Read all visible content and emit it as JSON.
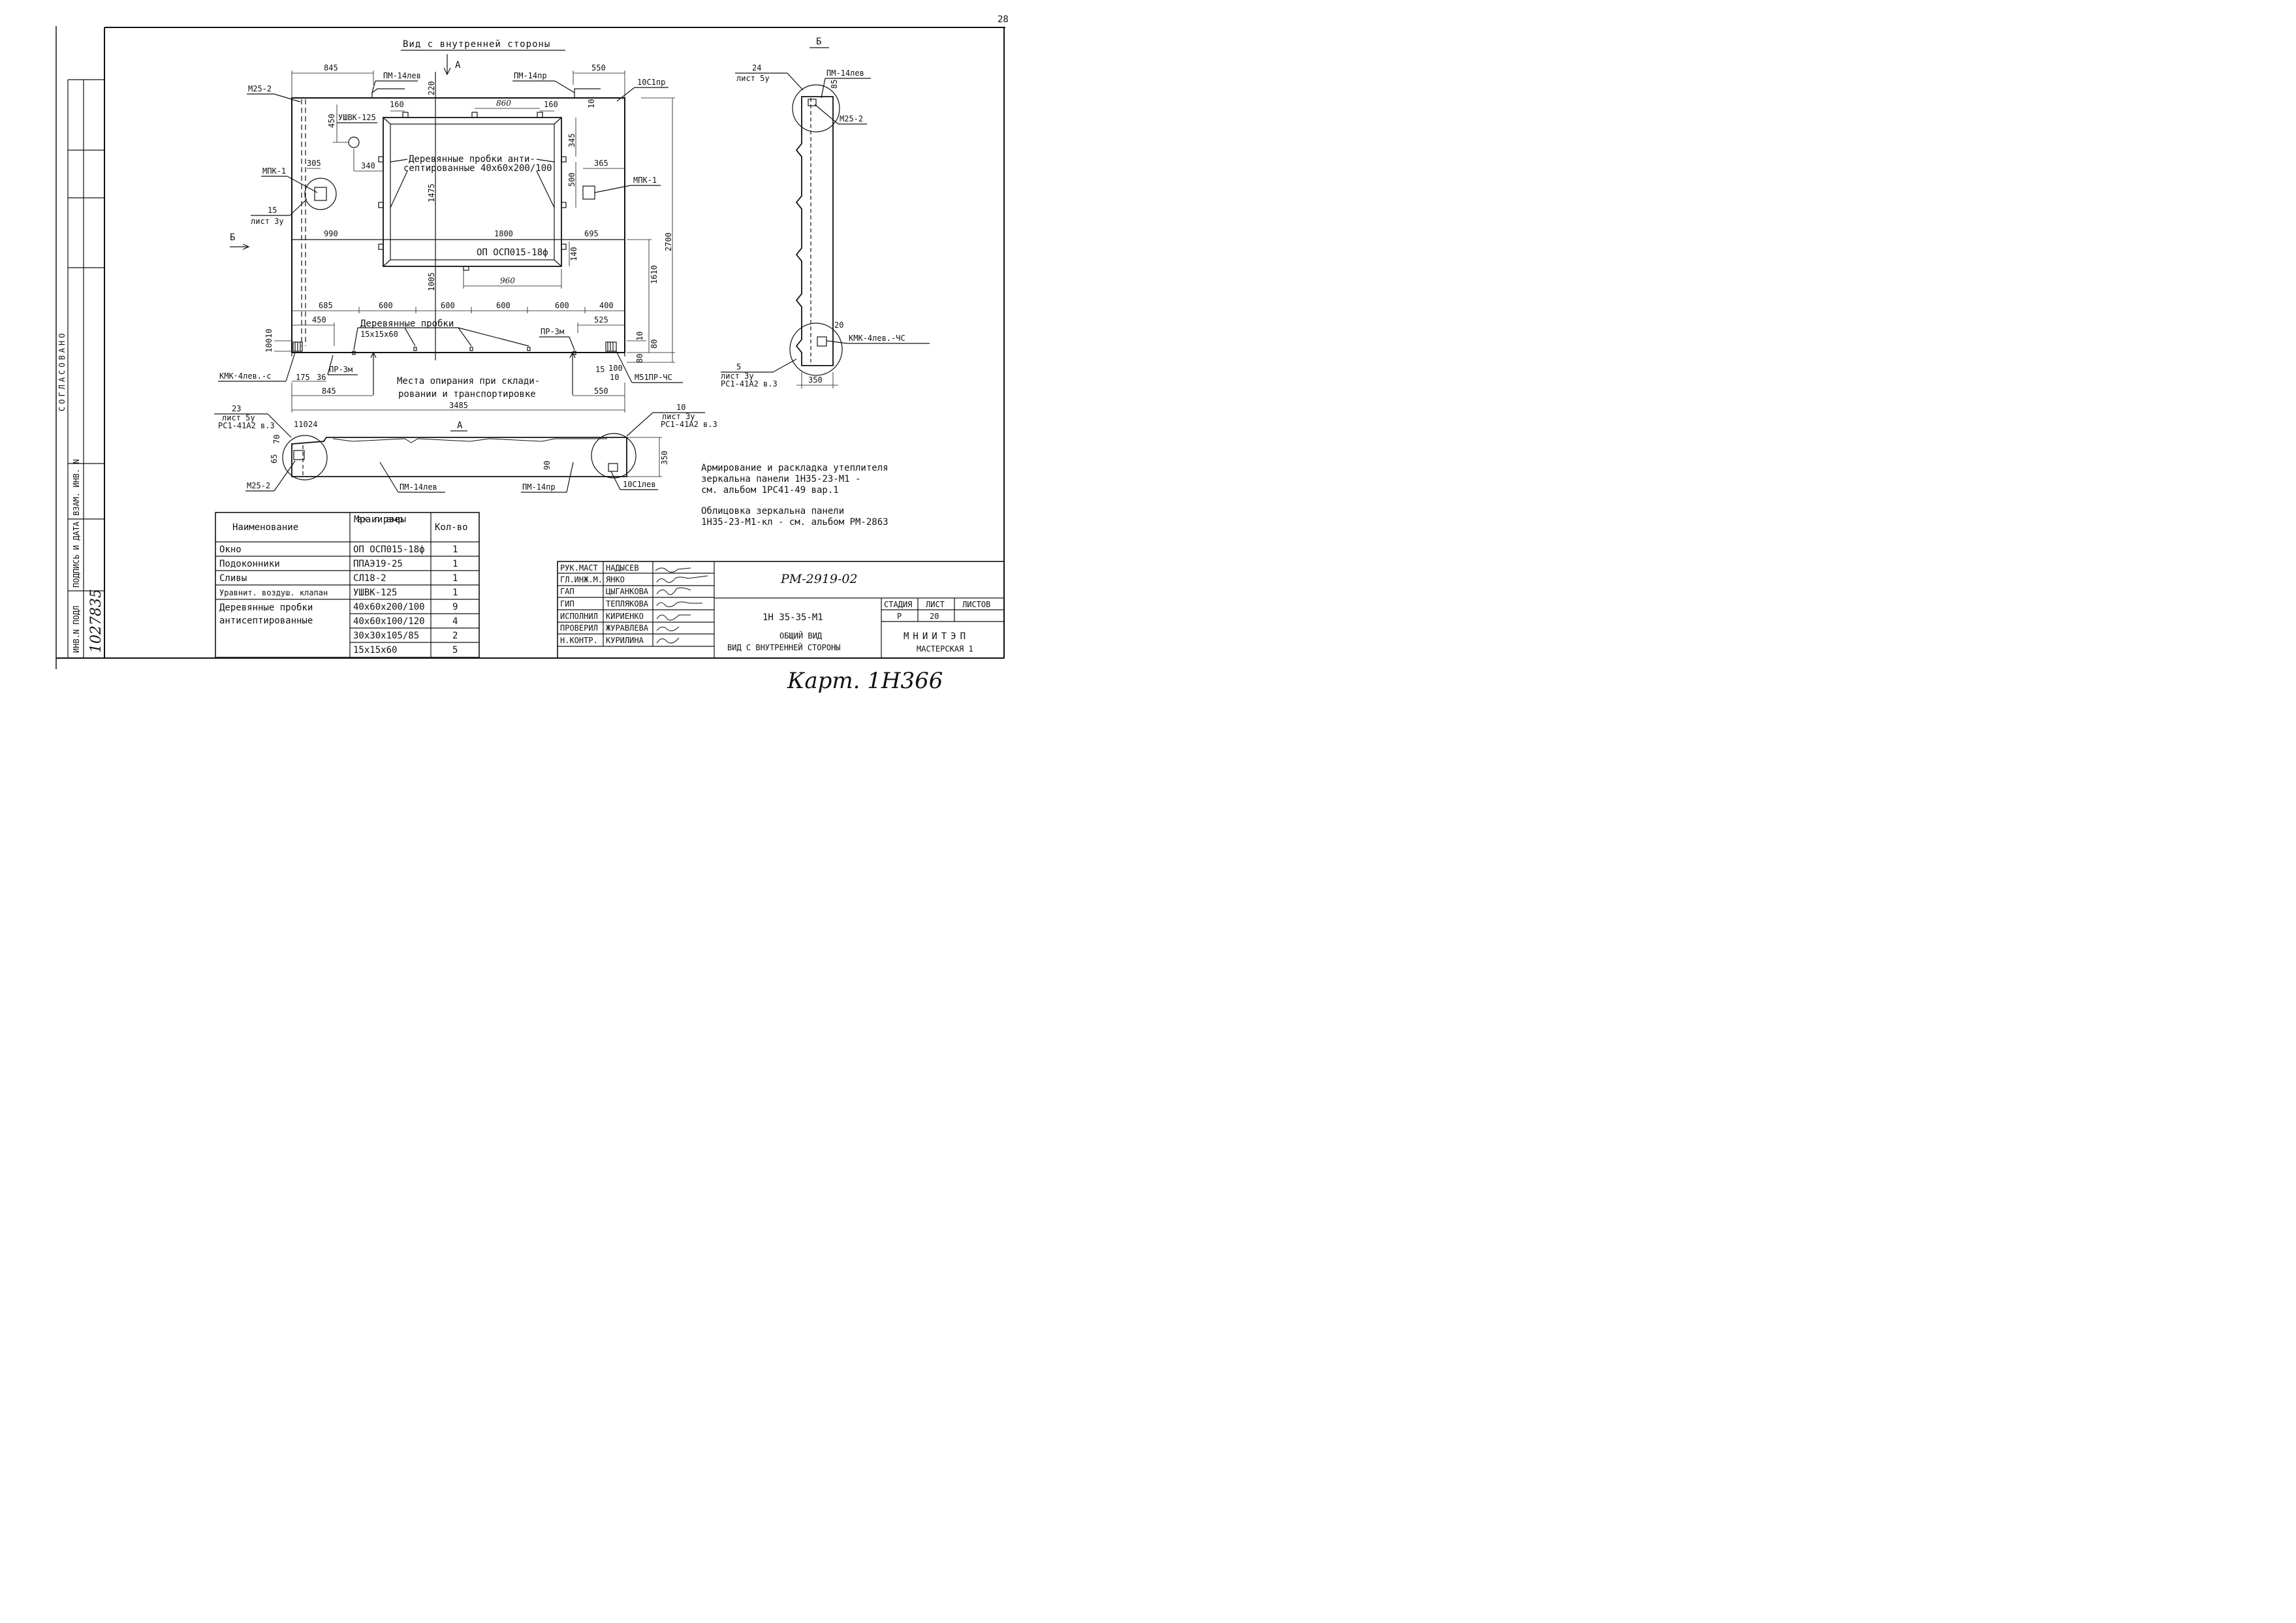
{
  "sheet_number": "28",
  "hand_note": "Карт. 1Н366",
  "side_stamp": {
    "agreed": "СОГЛАСОВАНО",
    "cols": [
      "ИНВ.N ПОДЛ",
      "ПОДПИСЬ И ДАТА",
      "ВЗАМ. ИНВ. N"
    ],
    "inv_number": "1027835"
  },
  "front_view": {
    "title": "Вид с внутренней стороны",
    "arrow_a": "А",
    "arrow_b": "Б",
    "labels": {
      "m25_2": "М25-2",
      "pm14lev": "ПМ-14лев",
      "pm14pr": "ПМ-14пр",
      "c10pr": "10С1пр",
      "ushvk": "УШВК-125",
      "mpk_left": "МПК-1",
      "mpk_right": "МПК-1",
      "list_ref_top": "15",
      "list_ref_bottom": "лист 3у",
      "window": "ОП ОСП015-18ф",
      "plugs_line1": "Деревянные пробки анти-",
      "plugs_line2": "септированные 40х60х200/100",
      "plugs2_line1": "Деревянные пробки",
      "plugs2_line2": "15х15х60",
      "pr3m_left": "ПР-3м",
      "pr3m_right": "ПР-3м",
      "kmk_left": "КМК·4лев.-с",
      "m51": "М51ПР-ЧС",
      "supports_line1": "Места опирания при склади-",
      "supports_line2": "ровании и транспортировке"
    },
    "dims": {
      "d845_top": "845",
      "d550_top": "550",
      "d220": "220",
      "d10": "10",
      "d160a": "160",
      "d860": "860",
      "d160b": "160",
      "d450": "450",
      "d345": "345",
      "d340": "340",
      "d305": "305",
      "d365": "365",
      "d500": "500",
      "d1475": "1475",
      "d990": "990",
      "d1800": "1800",
      "d695": "695",
      "d140": "140",
      "d2700": "2700",
      "d1610": "1610",
      "d960": "960",
      "d1005": "1005",
      "d685": "685",
      "d600a": "600",
      "d600b": "600",
      "d600c": "600",
      "d600d": "600",
      "d400": "400",
      "d450b": "450",
      "d525": "525",
      "d100": "100",
      "d10b": "10",
      "d10c": "10",
      "d80a": "80",
      "d80b": "80",
      "d175": "175",
      "d36": "36",
      "d15": "15",
      "d100b": "100",
      "d10d": "10",
      "d845_bot": "845",
      "d550_bot": "550",
      "d3485": "3485"
    }
  },
  "section_b": {
    "title": "Б",
    "ref_top_a": "24",
    "ref_top_b": "лист 5у",
    "pm14lev": "ПМ-14лев",
    "d85": "85",
    "m25_2": "М25-2",
    "d20": "20",
    "kmk": "КМК-4лев.-ЧС",
    "ref_bot_a": "5",
    "ref_bot_b": "лист 3у",
    "ref_bot_c": "РС1-41А2 в.3",
    "d350": "350"
  },
  "section_a": {
    "title": "А",
    "ref_left_a": "23",
    "ref_left_b": "лист 5у",
    "ref_left_c": "РС1-41А2 в.3",
    "ref_right_a": "10",
    "ref_right_b": "лист 3у",
    "ref_right_c": "РС1-41А2 в.3",
    "d110": "110",
    "d24": "24",
    "d70": "70",
    "d65": "65",
    "d90": "90",
    "d350": "350",
    "m25_2": "М25-2",
    "pm14lev": "ПМ-14лев",
    "pm14pr": "ПМ-14пр",
    "c10lev": "10С1лев"
  },
  "notes": [
    "Армирование и раскладка утеплителя",
    "зеркальна панели 1Н35-23-М1 -",
    "см. альбом 1РС41-49 вар.1",
    "",
    "Облицовка зеркальна панели",
    "1Н35-23-М1-кл - см. альбом РМ-2863"
  ],
  "spec_table": {
    "headers": [
      "Наименование",
      "Марка или размеры",
      "Кол-во"
    ],
    "rows": [
      [
        "Окно",
        "ОП ОСП015-18ф",
        "1"
      ],
      [
        "Подоконники",
        "ППАЭ19-25",
        "1"
      ],
      [
        "Сливы",
        "СЛ18-2",
        "1"
      ],
      [
        "Уравнит. воздуш. клапан",
        "УШВК-125",
        "1"
      ]
    ],
    "plugs_name_1": "Деревянные пробки",
    "plugs_name_2": "антисептированные",
    "plugs_rows": [
      [
        "40х60х200/100",
        "9"
      ],
      [
        "40х60х100/120",
        "4"
      ],
      [
        "30х30х105/85",
        "2"
      ],
      [
        "15х15х60",
        "5"
      ]
    ]
  },
  "title_block": {
    "roles": [
      [
        "РУК.МАСТ",
        "НАДЫСЕВ"
      ],
      [
        "ГЛ.ИНЖ.М.",
        "ЯНКО"
      ],
      [
        "ГАП",
        "ЦЫГАНКОВА"
      ],
      [
        "ГИП",
        "ТЕПЛЯКОВА"
      ],
      [
        "ИСПОЛНИЛ",
        "КИРИЕНКО"
      ],
      [
        "ПРОВЕРИЛ",
        "ЖУРАВЛЕВА"
      ],
      [
        "Н.КОНТР.",
        "КУРИЛИНА"
      ]
    ],
    "doc_code": "РМ-2919-02",
    "product": "1Н 35-35-М1",
    "desc_1": "ОБЩИЙ ВИД",
    "desc_2": "ВИД С ВНУТРЕННЕЙ СТОРОНЫ",
    "stage_h": "СТАДИЯ",
    "sheet_h": "ЛИСТ",
    "sheets_h": "ЛИСТОВ",
    "stage": "Р",
    "sheet": "20",
    "sheets": "",
    "org_1": "МНИИТЭП",
    "org_2": "МАСТЕРСКАЯ 1"
  }
}
